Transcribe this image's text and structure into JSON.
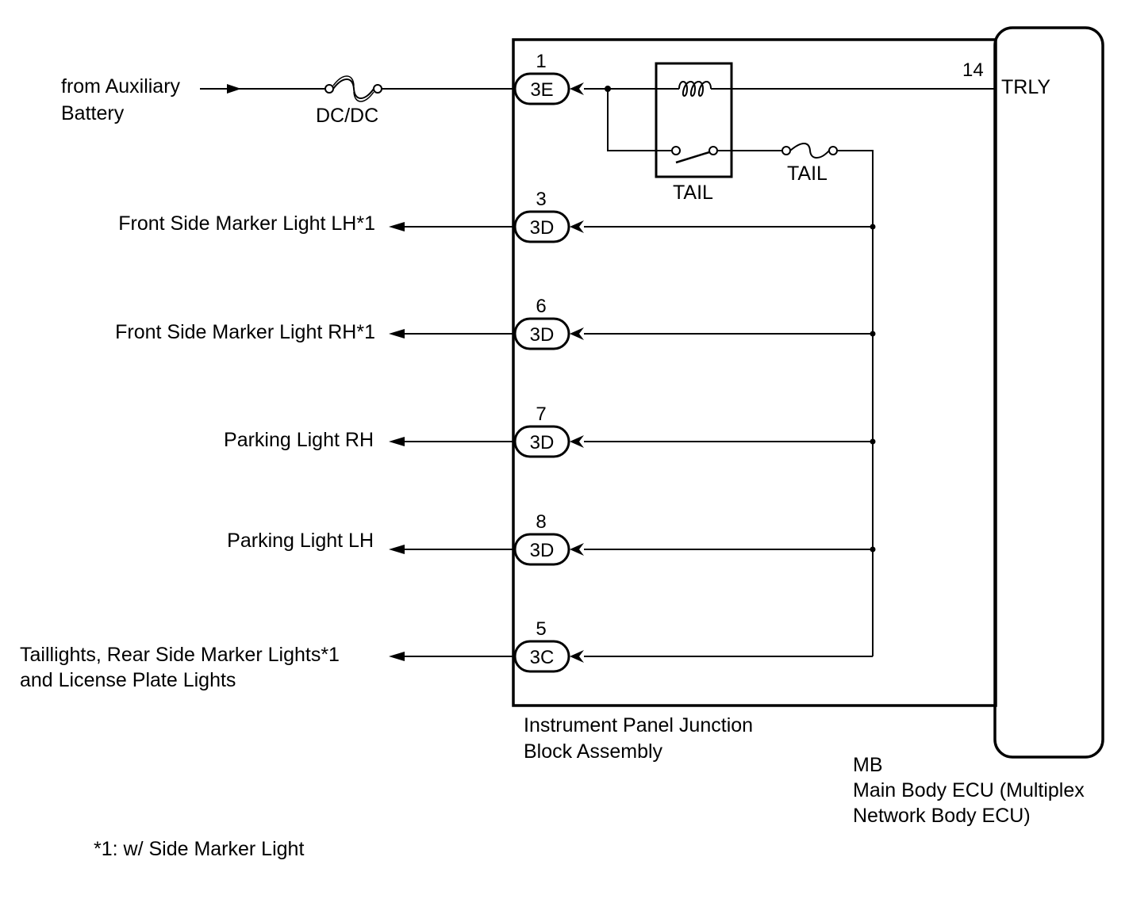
{
  "source": {
    "line1": "from Auxiliary",
    "line2": "Battery"
  },
  "fuse_dcdc": "DC/DC",
  "relay_label": "TAIL",
  "fuse_tail": "TAIL",
  "ecu_terminal": {
    "pin": "14",
    "name": "TRLY"
  },
  "connectors": [
    {
      "pin": "1",
      "code": "3E"
    },
    {
      "pin": "3",
      "code": "3D"
    },
    {
      "pin": "6",
      "code": "3D"
    },
    {
      "pin": "7",
      "code": "3D"
    },
    {
      "pin": "8",
      "code": "3D"
    },
    {
      "pin": "5",
      "code": "3C"
    }
  ],
  "outputs": [
    {
      "line1": "Front Side Marker Light LH*1"
    },
    {
      "line1": "Front Side Marker Light RH*1"
    },
    {
      "line1": "Parking Light RH"
    },
    {
      "line1": "Parking Light LH"
    },
    {
      "line1": "Taillights, Rear Side Marker Lights*1",
      "line2": "and License Plate Lights"
    }
  ],
  "junction_block": {
    "line1": "Instrument Panel Junction",
    "line2": "Block Assembly"
  },
  "ecu": {
    "code": "MB",
    "line1": "Main Body ECU (Multiplex",
    "line2": "Network Body ECU)"
  },
  "footnote": "*1: w/ Side Marker Light"
}
